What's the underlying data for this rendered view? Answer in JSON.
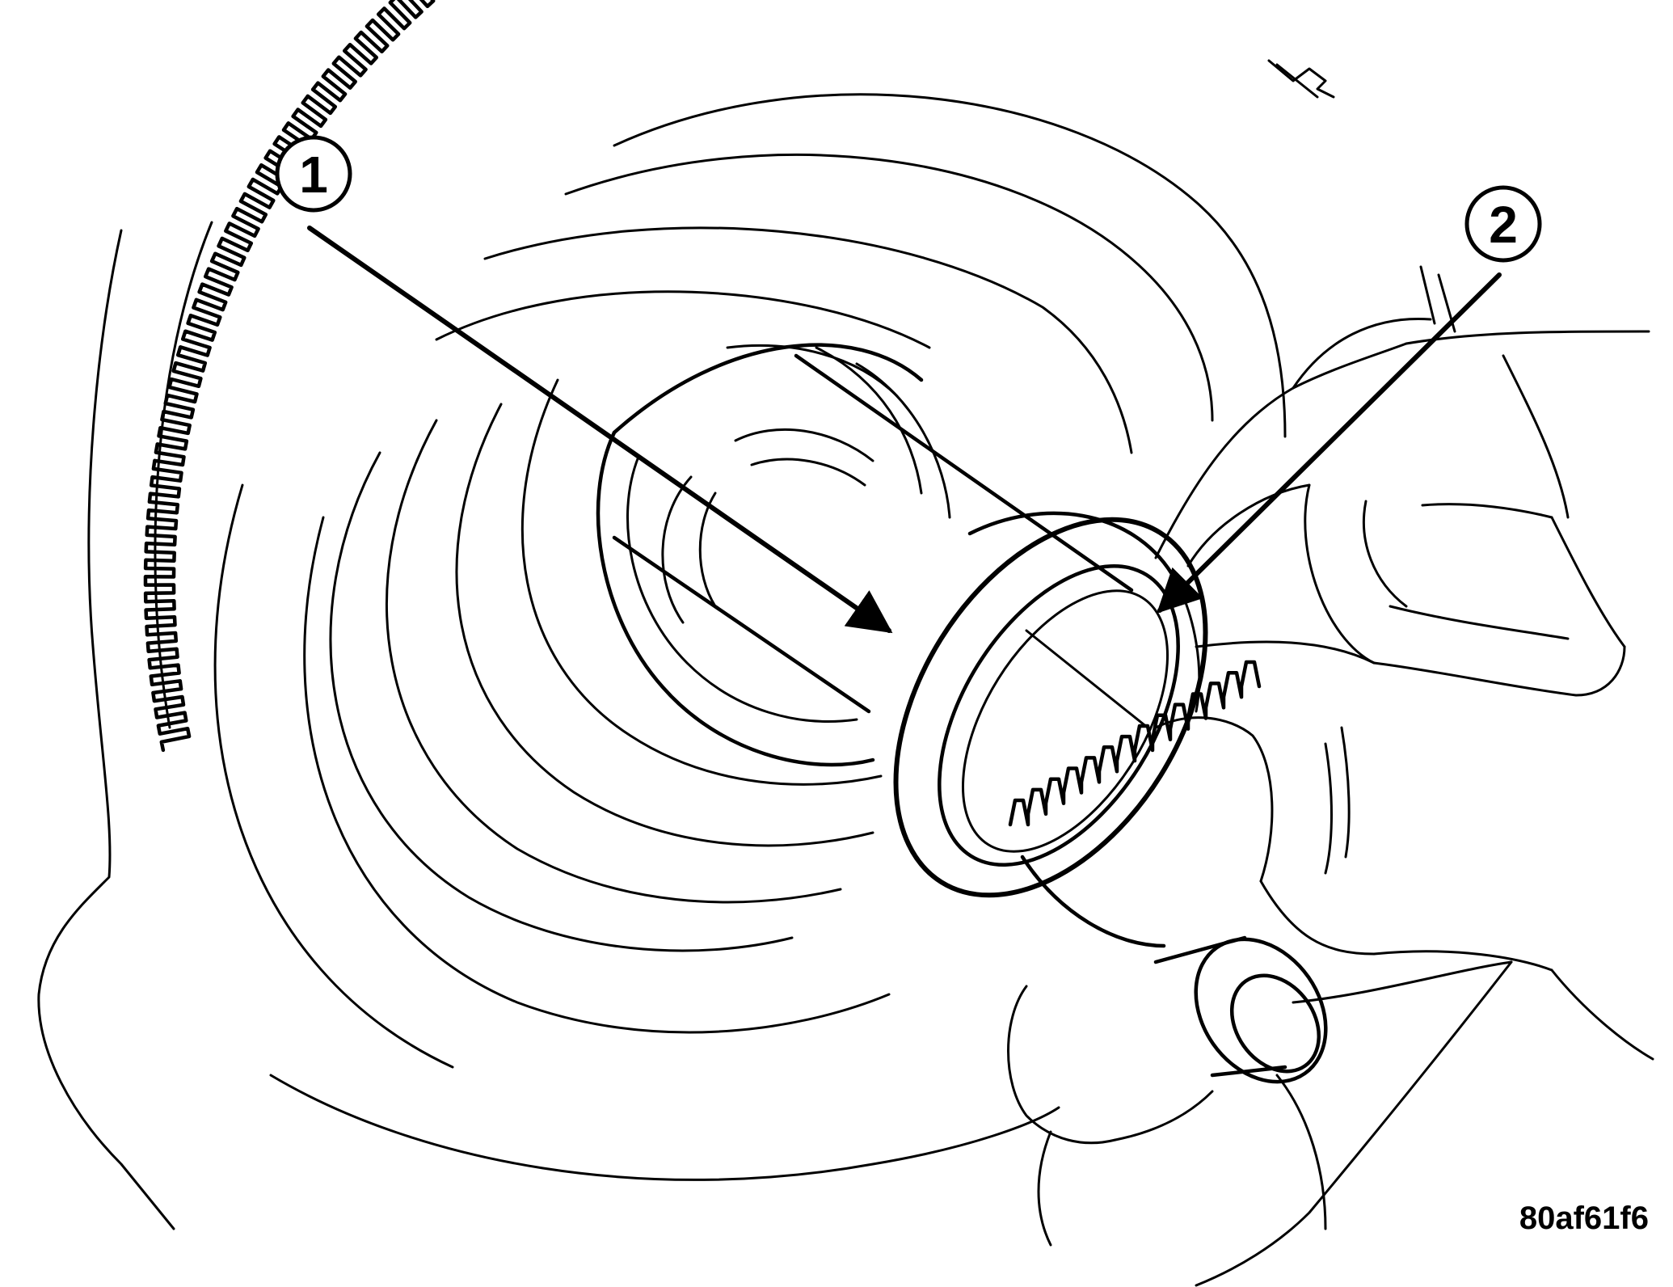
{
  "callouts": [
    {
      "label": "1"
    },
    {
      "label": "2"
    }
  ],
  "figure_code": "80af61f6",
  "colors": {
    "ink": "#000000",
    "paper": "#ffffff"
  }
}
